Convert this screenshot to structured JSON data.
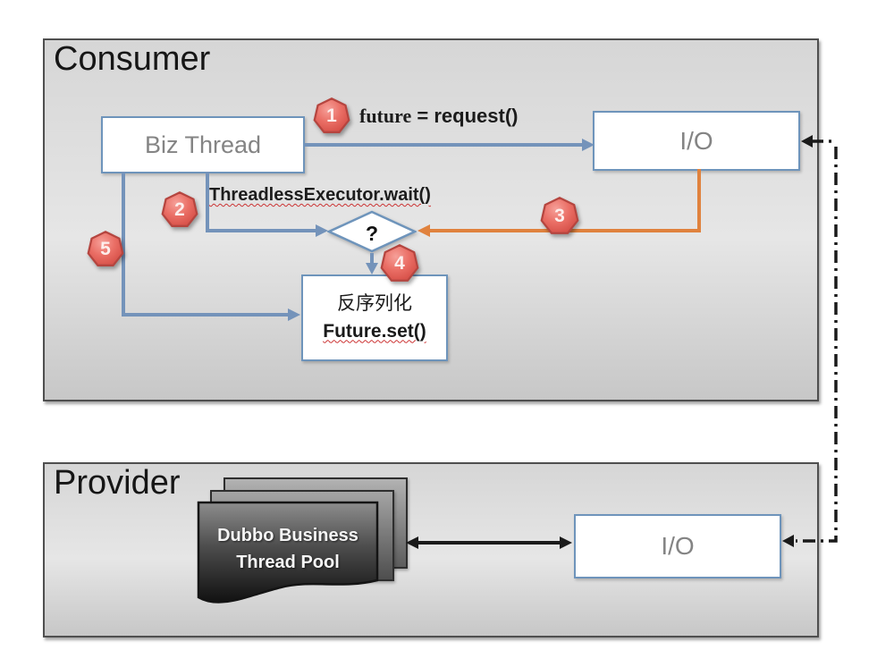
{
  "diagram": {
    "consumer": {
      "title": "Consumer",
      "biz_thread_label": "Biz Thread",
      "io_label": "I/O",
      "step1_var": "future",
      "step1_rest": "= request()",
      "step2_label": "ThreadlessExecutor.wait()",
      "question_mark": "?",
      "deserialize_line1": "反序列化",
      "deserialize_line2": "Future.set()",
      "badges": [
        "1",
        "2",
        "3",
        "4",
        "5"
      ]
    },
    "provider": {
      "title": "Provider",
      "thread_pool_line1": "Dubbo Business",
      "thread_pool_line2": "Thread Pool",
      "io_label": "I/O"
    },
    "colors": {
      "arrow_blue": "#7493ba",
      "arrow_orange": "#e0823e",
      "badge_red": "#d9534f",
      "node_border_blue": "#6e94bb",
      "connector_black": "#1a1a1a"
    }
  }
}
